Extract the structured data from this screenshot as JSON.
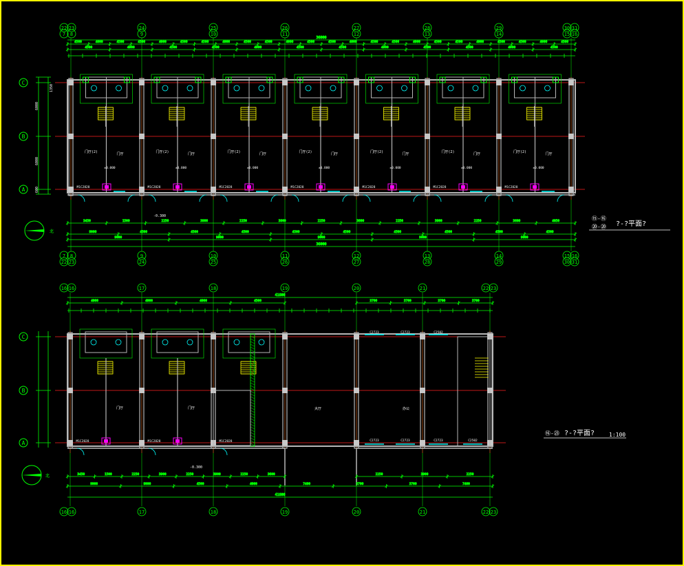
{
  "drawing": {
    "frame_color": "#ffff00",
    "colors": {
      "dim": "#00ff00",
      "axis_red": "#ff2020",
      "wall": "#b8b8b8",
      "text": "#ffffff",
      "door": "#00ffff",
      "stair": "#ffff00",
      "column": "#c8c8c8",
      "fixture": "#ff00ff"
    }
  },
  "plan_top": {
    "axes": [
      {
        "top": "24",
        "bottom": "9",
        "top2": "9",
        "bottom2": "24"
      },
      {
        "top": "25",
        "bottom": "10",
        "top2": "10",
        "bottom2": "25"
      },
      {
        "top": "26",
        "bottom": "11",
        "top2": "11",
        "bottom2": "26"
      },
      {
        "top": "27",
        "bottom": "12",
        "top2": "12",
        "bottom2": "27"
      },
      {
        "top": "28",
        "bottom": "13",
        "top2": "13",
        "bottom2": "28"
      },
      {
        "top": "29",
        "bottom": "14",
        "top2": "14",
        "bottom2": "29"
      }
    ],
    "left_axis": {
      "top": "22",
      "top_b": "23",
      "top2": "7",
      "top2_b": "8",
      "bottom": "7",
      "bottom_b": "8",
      "bottom2": "22",
      "bottom2_b": "23"
    },
    "right_axis": {
      "top": "30",
      "top_b": "31",
      "top2": "15",
      "top2_b": "16",
      "bottom": "15",
      "bottom_b": "16",
      "bottom2": "30",
      "bottom2_b": "31"
    },
    "rows": [
      "C",
      "B",
      "A"
    ],
    "row_dims": [
      "1350",
      "6000",
      "6000",
      "600"
    ],
    "dims_top_a": [
      "4500",
      "4000",
      "4500",
      "4500",
      "4000",
      "4500",
      "4500",
      "4000",
      "4500",
      "4500",
      "4000",
      "4500"
    ],
    "dim_total_top": "36000",
    "dims_bottom_a": [
      "3450",
      "1500",
      "2250",
      "3900",
      "2250",
      "3900",
      "2250",
      "3600",
      "2250",
      "3900",
      "2250",
      "3600",
      "4050"
    ],
    "dims_bottom_b": [
      "9000",
      "4500",
      "4500",
      "4500",
      "4500",
      "4500",
      "4500",
      "4500",
      "4500",
      "4500"
    ],
    "dim_total_bottom": "36000",
    "dims_bottom_c": [
      "9000",
      "9000",
      "9000",
      "9000",
      "9000"
    ],
    "elev_tag": "-0.300",
    "level_tag": "±0.000",
    "room_label": "门厅(2)",
    "room_label2": "门厅",
    "door_labels": [
      "M1C2828",
      "M1C2828",
      "M1C2828",
      "M1C2828",
      "M1C2828",
      "M1C2828",
      "M1C2828"
    ],
    "title_a": "⑮-⑯",
    "title_b": "⑳-⑳",
    "title_c": "?-?平面?"
  },
  "plan_bottom": {
    "axes": [
      {
        "label": "17"
      },
      {
        "label": "18"
      },
      {
        "label": "19"
      },
      {
        "label": "20"
      },
      {
        "label": "21"
      }
    ],
    "left_axis": {
      "top": "16",
      "top_b": "16",
      "bottom": "16",
      "bottom_b": "16"
    },
    "right_axis": {
      "top": "22",
      "top_b": "23",
      "bottom": "22",
      "bottom_b": "23"
    },
    "rows": [
      "C",
      "B",
      "A"
    ],
    "dims_top_a": [
      "4000",
      "4000",
      "4000",
      "4500"
    ],
    "dims_top_b": [
      "3700",
      "3700",
      "3700",
      "3700"
    ],
    "dim_total_top": "41600",
    "dims_bottom_a": [
      "3450",
      "1500",
      "2250",
      "3900",
      "2250",
      "3900",
      "2250",
      "3600",
      "2250",
      "3900",
      "2250"
    ],
    "dims_bottom_b": [
      "9000",
      "9000",
      "4500",
      "4000",
      "7400",
      "3700",
      "3700",
      "7400"
    ],
    "dim_total_bottom": "41600",
    "elev_tag": "-0.300",
    "room_label": "门厅",
    "hall_label": "大厅",
    "room_right": "办公",
    "door_labels": [
      "M1C2828",
      "M1C2828",
      "M1C2828",
      "C2723",
      "C2723",
      "C2723",
      "C2502"
    ],
    "title_a": "⑯-㉓",
    "title_b": "?-?平面?",
    "scale": "1:100"
  }
}
